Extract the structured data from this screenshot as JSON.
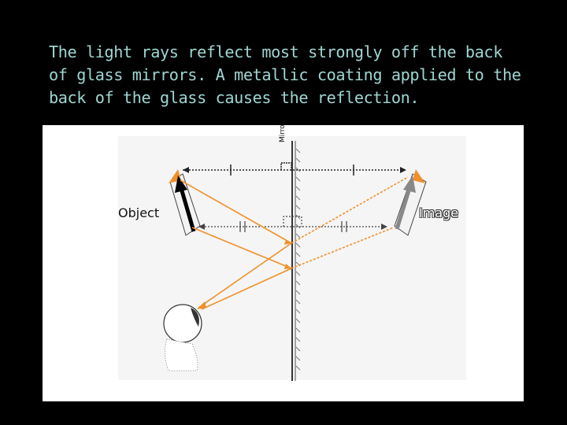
{
  "caption": {
    "line1": "The light rays reflect most strongly off the back",
    "line2": "of glass mirrors. A metallic coating applied to the",
    "line3": "back of the glass causes the reflection."
  },
  "diagram": {
    "object_label": "Object",
    "image_label": "Image",
    "mirror_label": "Mirror",
    "colors": {
      "ray": "#f0902a",
      "object_arrow": "#000000",
      "image_arrow": "#888888",
      "caption": "#9fd6d2",
      "background": "#000000",
      "panel": "#ffffff"
    }
  }
}
